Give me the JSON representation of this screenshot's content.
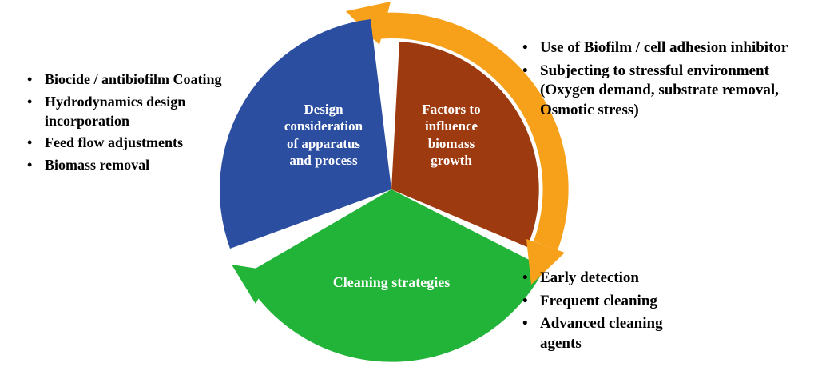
{
  "diagram": {
    "segments": [
      {
        "id": "design",
        "label": "Design\nconsideration\nof apparatus\nand process",
        "color": "#2B4EA1",
        "text_color": "#FFFFFF"
      },
      {
        "id": "factors",
        "label": "Factors to\ninfluence\nbiomass\ngrowth",
        "color": "#9E3A0F",
        "text_color": "#FFFFFF"
      },
      {
        "id": "cleaning",
        "label": "Cleaning strategies",
        "color": "#22B438",
        "text_color": "#FFFFFF"
      }
    ],
    "arrow_color": "#F7A11A"
  },
  "lists": {
    "design_notes": {
      "items": [
        "Biocide / antibiofilm Coating",
        "Hydrodynamics design incorporation",
        "Feed flow adjustments",
        "Biomass removal"
      ]
    },
    "factors_notes": {
      "items": [
        "Use of Biofilm / cell adhesion inhibitor",
        "Subjecting to stressful environment (Oxygen demand, substrate removal,  Osmotic stress)"
      ]
    },
    "cleaning_notes": {
      "items": [
        "Early detection",
        "Frequent cleaning",
        "Advanced cleaning agents"
      ]
    }
  }
}
